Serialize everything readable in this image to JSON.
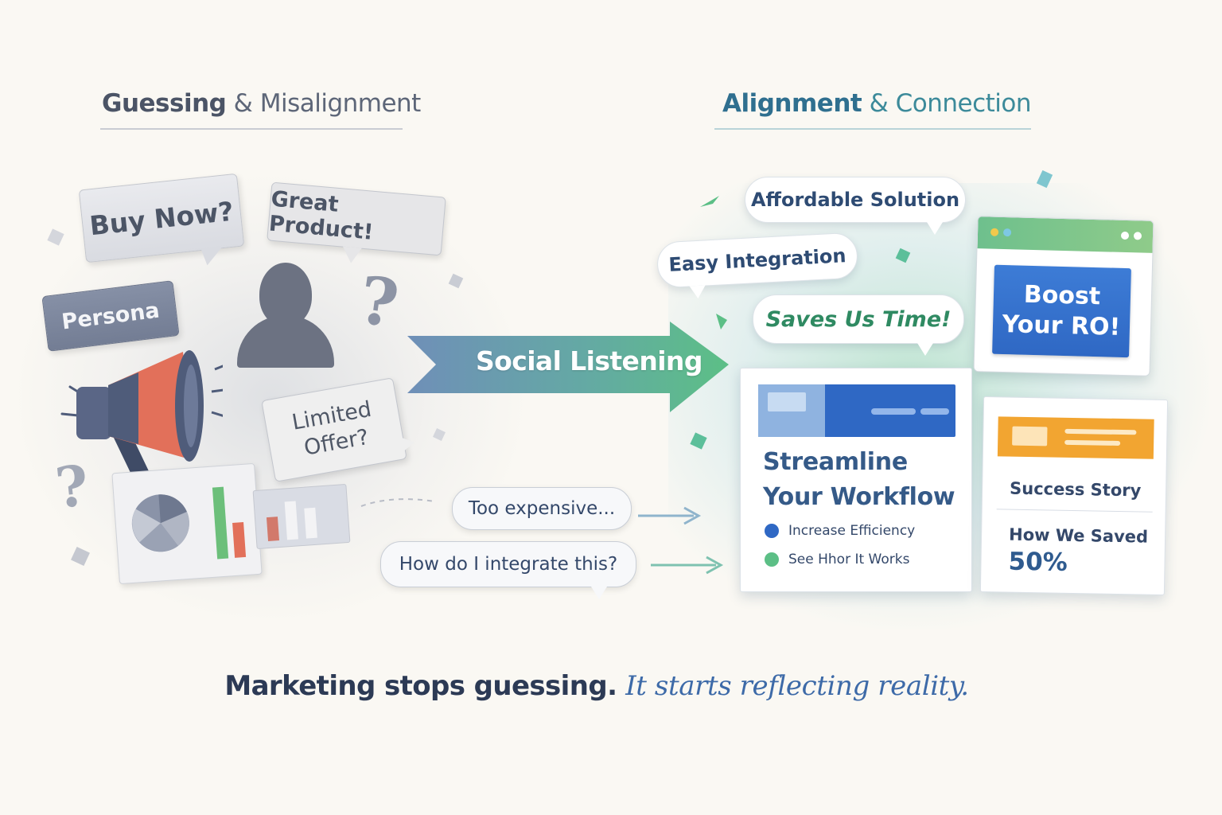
{
  "headings": {
    "left_strong": "Guessing",
    "left_rest": " & Misalignment",
    "right_strong": "Alignment",
    "right_rest": " & Connection"
  },
  "left_bubbles": {
    "buy_now": "Buy Now?",
    "great_product": "Great Product!",
    "persona": "Persona",
    "limited_line1": "Limited",
    "limited_line2": "Offer?"
  },
  "question_mark": "?",
  "arrow_label": "Social Listening",
  "right_bubbles": {
    "affordable": "Affordable Solution",
    "easy": "Easy Integration",
    "saves": "Saves Us Time!"
  },
  "feedback_bubbles": {
    "expensive": "Too expensive...",
    "integrate": "How do I integrate this?"
  },
  "browser": {
    "button_line1": "Boost",
    "button_line2": "Your RO!"
  },
  "streamline_card": {
    "title_line1": "Streamline",
    "title_line2": "Your Workflow",
    "bullet1": "Increase Efficiency",
    "bullet2": "See Hhor It Works"
  },
  "success_card": {
    "title": "Success Story",
    "how": "How We Saved",
    "number": "50%"
  },
  "tagline": {
    "bold": "Marketing stops guessing.",
    "italic": "It starts reflecting reality."
  },
  "colors": {
    "megaphone_red": "#e2705a",
    "megaphone_navy": "#4f5c7a",
    "accent_green": "#5cbf86",
    "accent_blue": "#2f68c4",
    "accent_orange": "#f2a531",
    "arrow_start": "#6f8fb8",
    "arrow_end": "#5cbf86"
  }
}
